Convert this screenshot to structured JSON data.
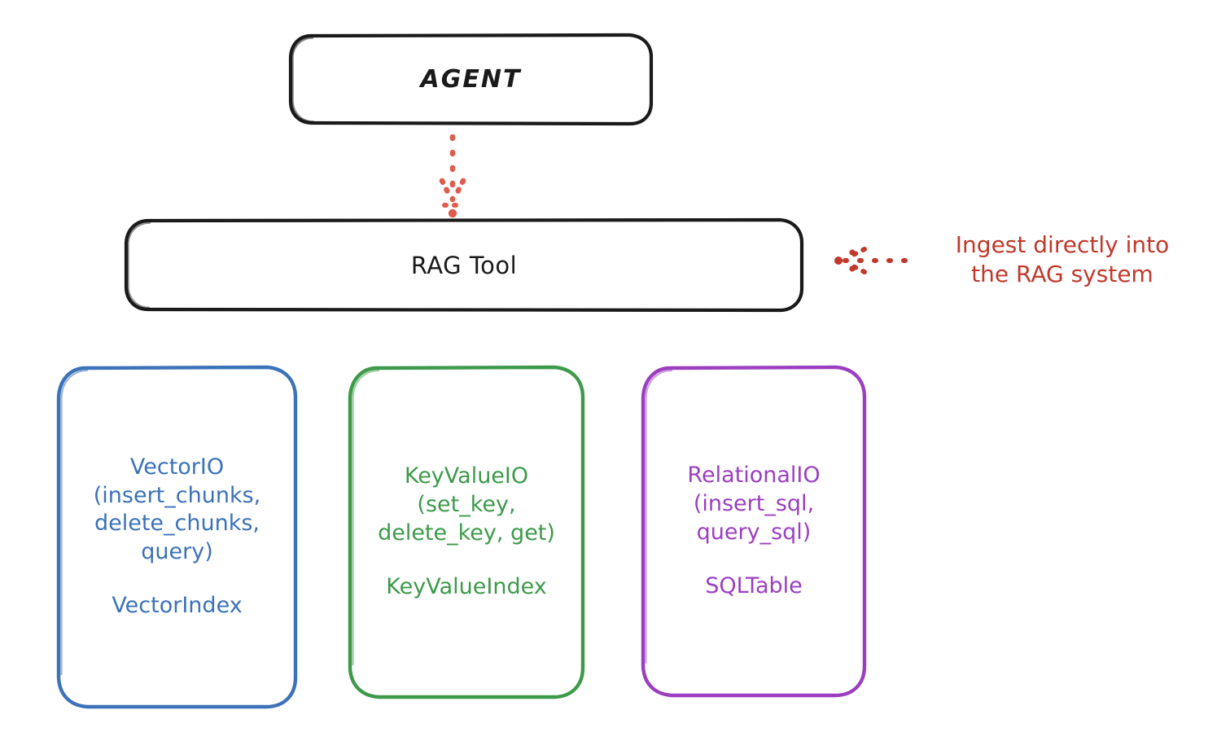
{
  "diagram": {
    "title_nodes": {
      "agent": {
        "label": "AGENT"
      },
      "rag_tool": {
        "label": "RAG Tool"
      }
    },
    "api_boxes": [
      {
        "id": "vector-io",
        "color": "#3b72b8",
        "interface": "VectorIO\n(insert_chunks,\ndelete_chunks,\nquery)",
        "index": "VectorIndex"
      },
      {
        "id": "key-value-io",
        "color": "#3d9a4a",
        "interface": "KeyValueIO\n(set_key,\ndelete_key, get)",
        "index": "KeyValueIndex"
      },
      {
        "id": "relational-io",
        "color": "#9b3fc0",
        "interface": "RelationalIO\n(insert_sql,\nquery_sql)",
        "index": "SQLTable"
      }
    ],
    "annotation": {
      "text": "Ingest directly into\nthe RAG system",
      "color": "#c0392b"
    },
    "connectors": {
      "agent_to_rag": {
        "style": "dotted-arrow-down",
        "color": "#dd5c4e"
      },
      "ingest_pointer": {
        "style": "dotted-arrow-left",
        "color": "#c0392b"
      }
    },
    "colors": {
      "stroke_black": "#1a1a1a",
      "blue": "#3b72b8",
      "green": "#3d9a4a",
      "purple": "#9b3fc0",
      "red_arrow": "#dd5c4e",
      "red_text": "#c0392b",
      "background": "#ffffff"
    }
  }
}
